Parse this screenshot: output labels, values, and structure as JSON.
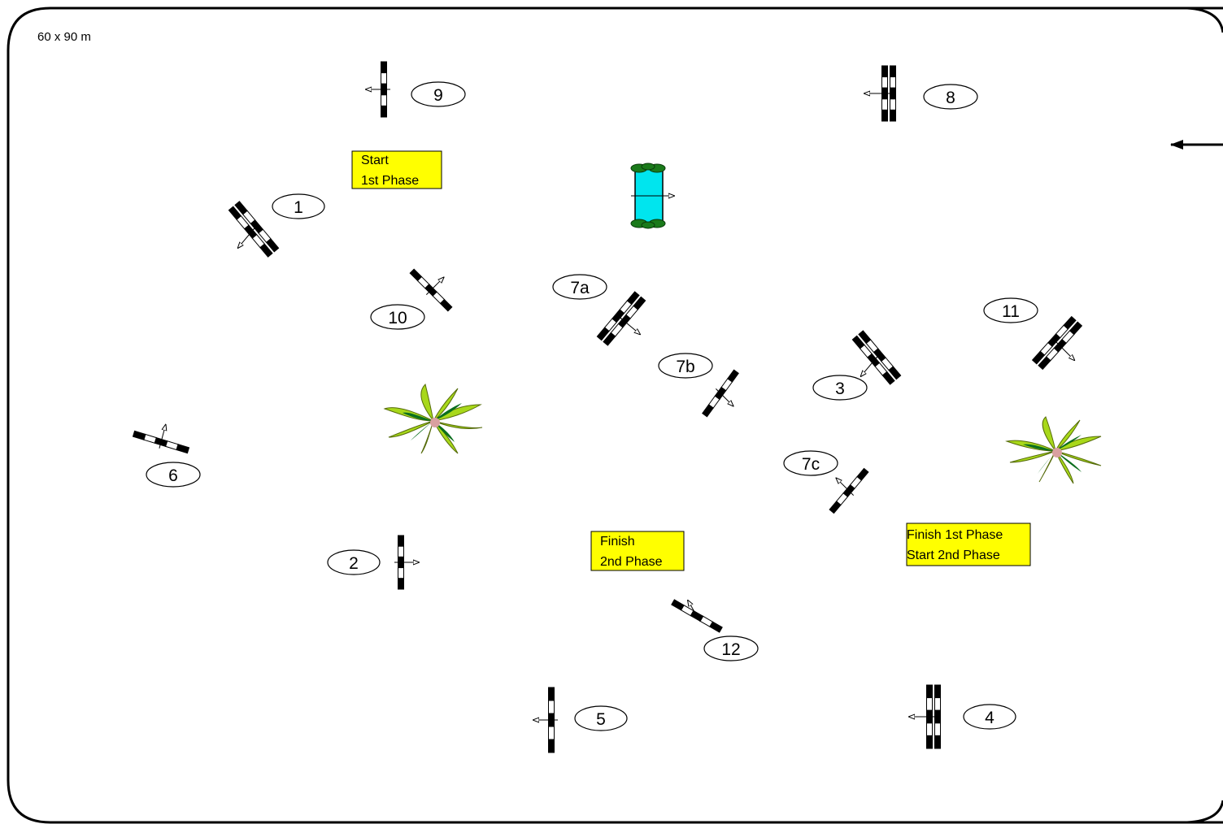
{
  "arena": {
    "size_label": "60 x 90 m"
  },
  "signs": {
    "start_first": [
      "Start",
      "1st Phase"
    ],
    "finish_second": [
      "Finish",
      "2nd Phase"
    ],
    "finish_first_start_second": [
      "Finish 1st Phase",
      "Start   2nd Phase"
    ]
  },
  "fences": {
    "f1": "1",
    "f2": "2",
    "f3": "3",
    "f4": "4",
    "f5": "5",
    "f6": "6",
    "f7a": "7a",
    "f7b": "7b",
    "f7c": "7c",
    "f8": "8",
    "f9": "9",
    "f10": "10",
    "f11": "11",
    "f12": "12"
  },
  "colors": {
    "sign_fill": "#ffff00",
    "water": "#00e5ee",
    "hedge": "#1a7a1a",
    "plant_light": "#a8d81a",
    "plant_dark": "#0b6e1e"
  }
}
